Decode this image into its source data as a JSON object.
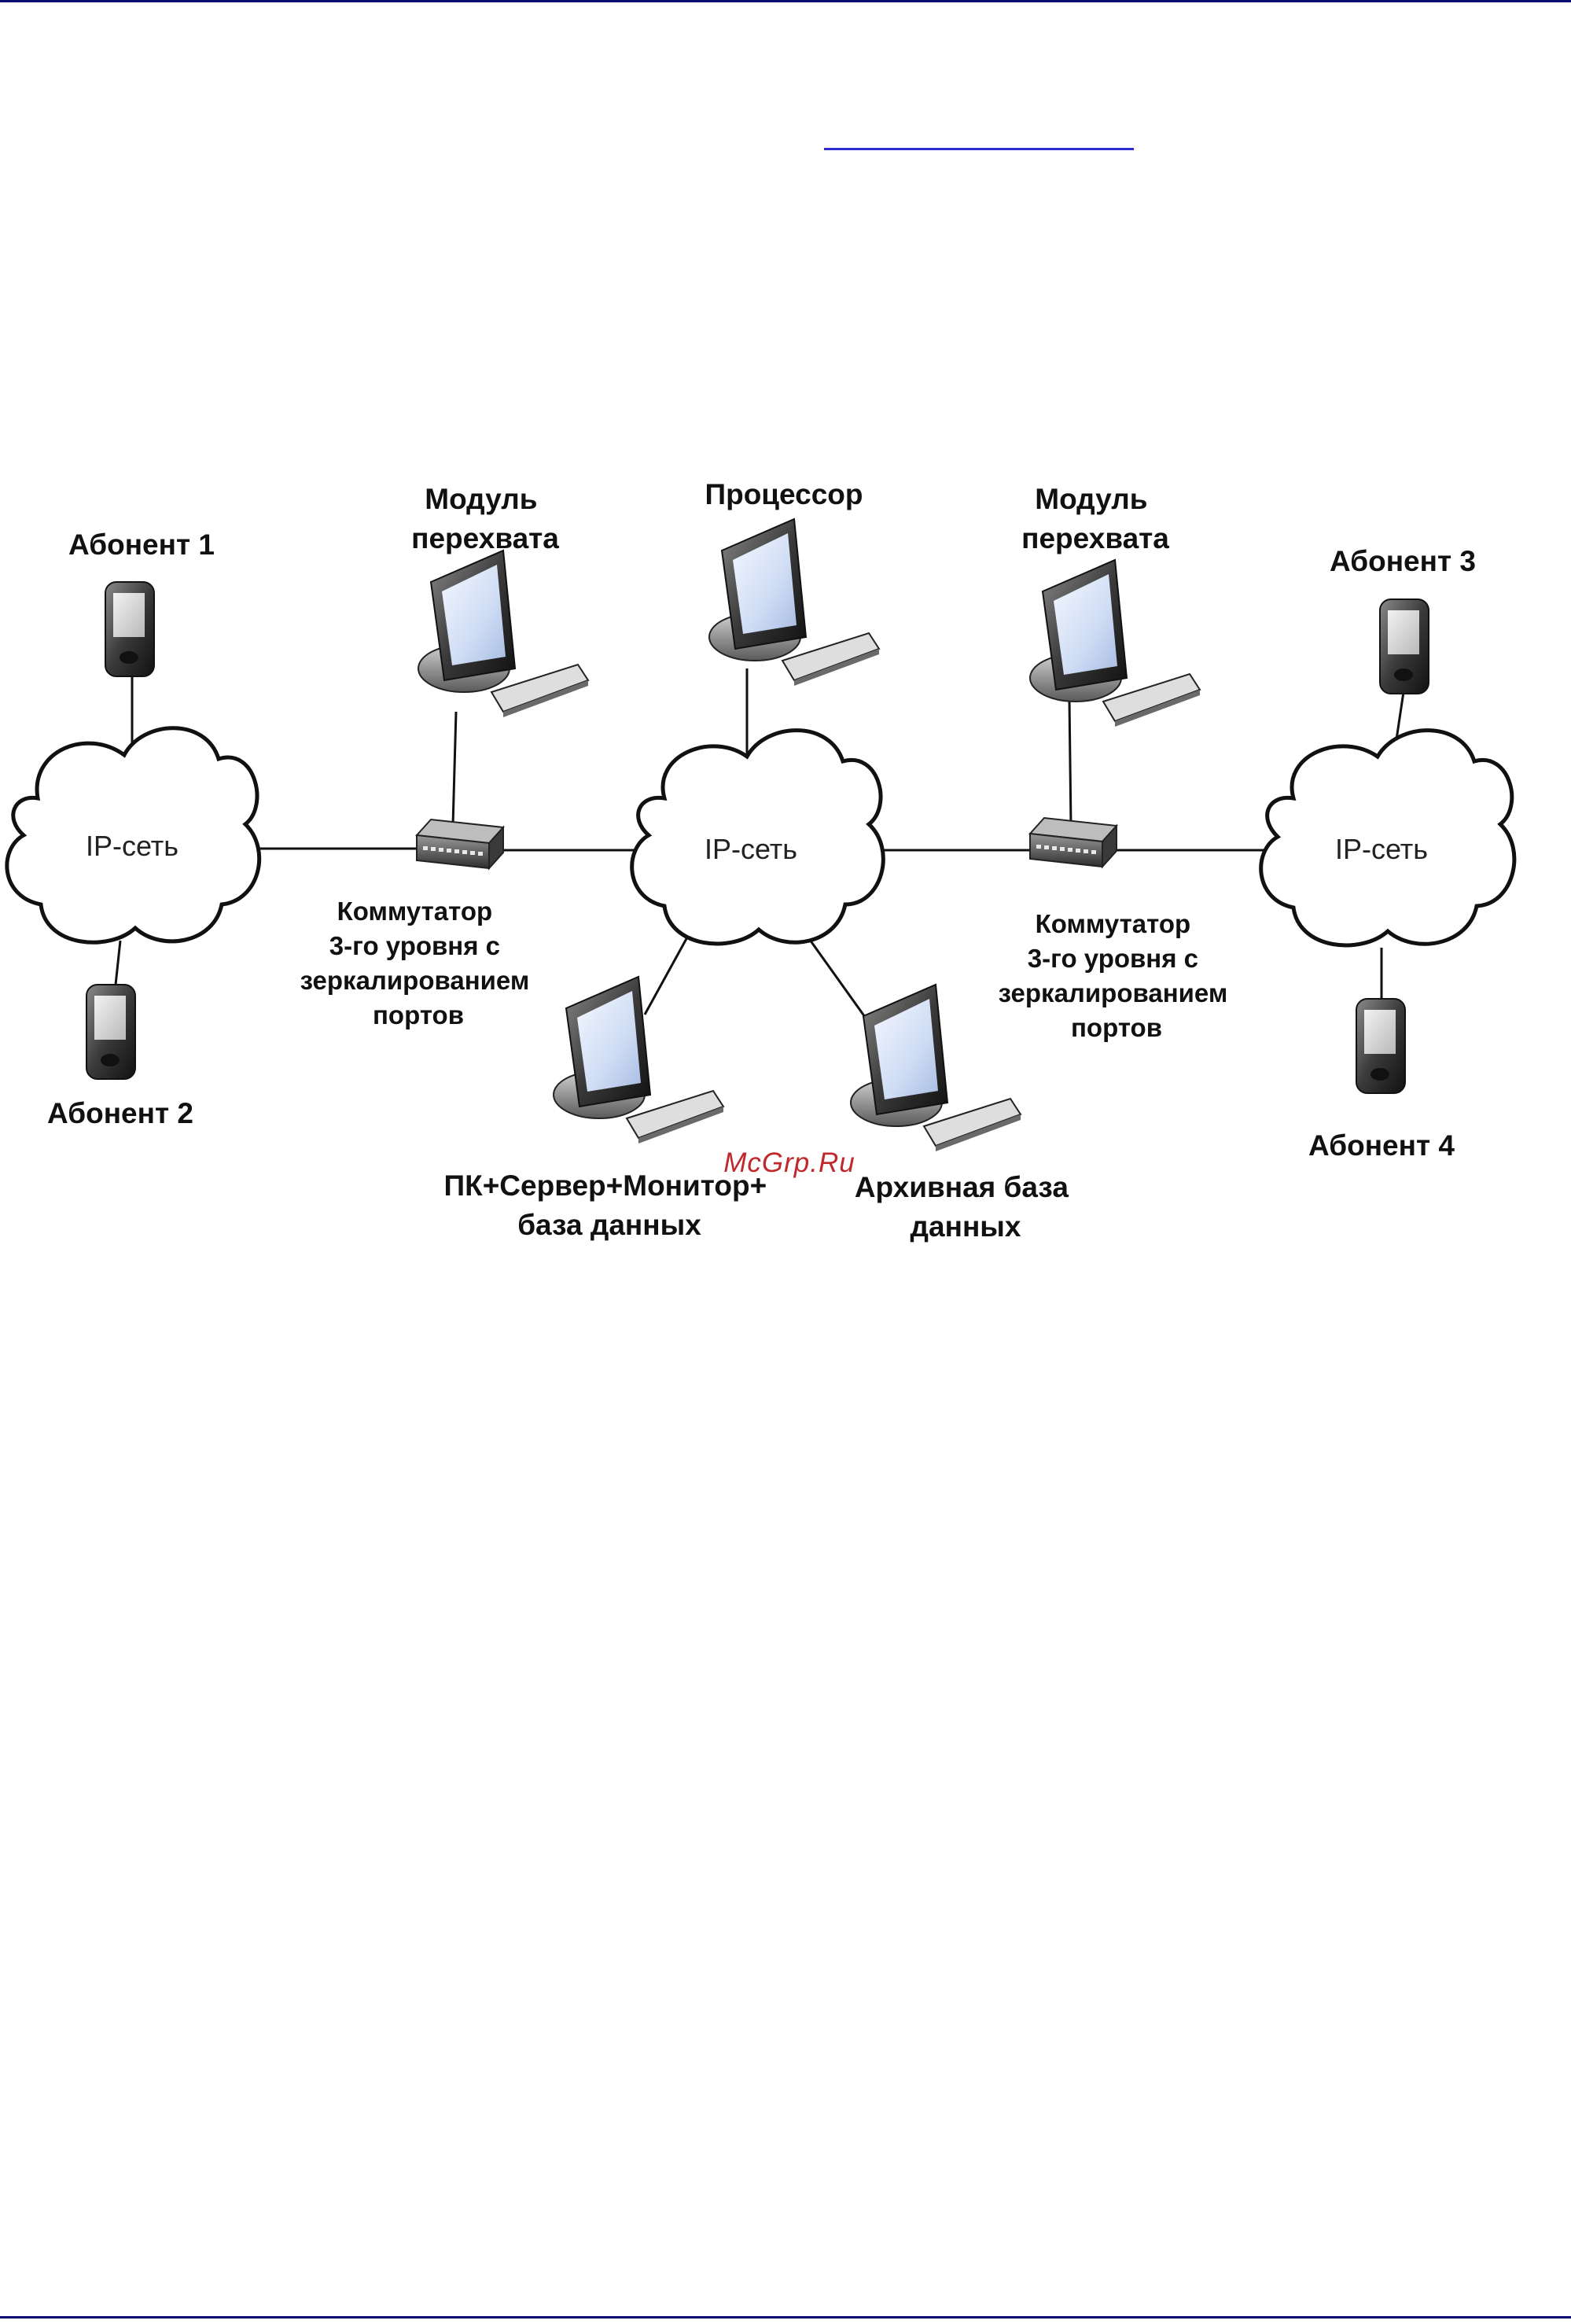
{
  "header": {
    "link_text": ""
  },
  "diagram": {
    "clouds": [
      {
        "id": "left",
        "label": "IP-сеть"
      },
      {
        "id": "center",
        "label": "IP-сеть"
      },
      {
        "id": "right",
        "label": "IP-сеть"
      }
    ],
    "subscribers": [
      {
        "id": "sub1",
        "label": "Абонент 1"
      },
      {
        "id": "sub2",
        "label": "Абонент 2"
      },
      {
        "id": "sub3",
        "label": "Абонент 3"
      },
      {
        "id": "sub4",
        "label": "Абонент 4"
      }
    ],
    "computers": [
      {
        "id": "intercept_left",
        "label_lines": [
          "Модуль",
          "перехвата"
        ]
      },
      {
        "id": "processor",
        "label_lines": [
          "Процессор"
        ]
      },
      {
        "id": "intercept_right",
        "label_lines": [
          "Модуль",
          "перехвата"
        ]
      },
      {
        "id": "pc_server",
        "label_lines": [
          "ПК+Сервер+Монитор+",
          "база данных"
        ]
      },
      {
        "id": "archive",
        "label_lines": [
          "Архивная база",
          "данных"
        ]
      }
    ],
    "switches": [
      {
        "id": "switch_left",
        "label_lines": [
          "Коммутатор",
          "3-го уровня с",
          "зеркалированием",
          "портов"
        ]
      },
      {
        "id": "switch_right",
        "label_lines": [
          "Коммутатор",
          "3-го уровня с",
          "зеркалированием",
          "портов"
        ]
      }
    ],
    "watermark": "McGrp.Ru"
  }
}
